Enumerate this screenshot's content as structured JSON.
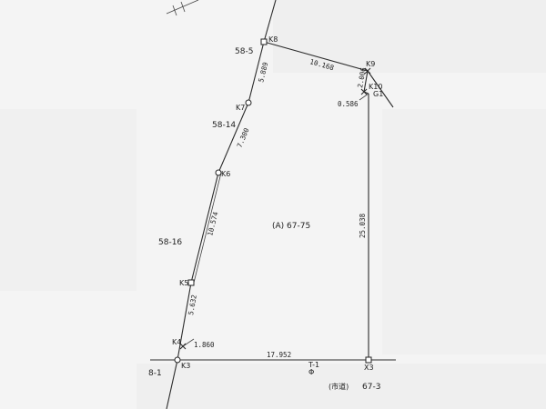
{
  "lots": {
    "main": "(A) 67-75",
    "north_west": "58-5",
    "west_upper": "58-14",
    "west_lower": "58-16",
    "south_west": "8-1",
    "south_east": "67-3"
  },
  "points": {
    "K8": "K8",
    "K9": "K9",
    "K10": "K10",
    "G1": "G1",
    "K7": "K7",
    "K6": "K6",
    "K5": "K5",
    "K4": "K4",
    "K3": "K3",
    "X3": "X3"
  },
  "dimensions": {
    "k8_k9": "10.168",
    "k9_k10": "2.006",
    "g1_offset": "0.586",
    "k8_k7": "5.889",
    "k7_k6": "7.300",
    "k6_k5": "10.574",
    "k5_k3": "5.632",
    "k4_k3": "1.860",
    "k3_x3": "17.952",
    "g1_x3": "25.038"
  },
  "road": {
    "code": "T-1",
    "symbol": "Φ",
    "name": "(市道)"
  }
}
